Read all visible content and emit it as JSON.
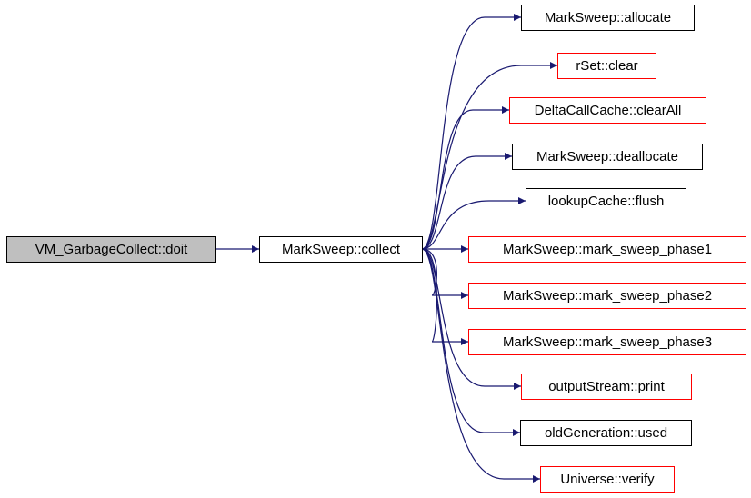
{
  "colors": {
    "edge": "#191970",
    "normal_border": "#000000",
    "truncated_border": "#ff0000",
    "root_fill": "#bfbfbf",
    "node_fill": "#ffffff"
  },
  "nodes": [
    {
      "id": "vm_gc_doit",
      "label": "VM_GarbageCollect::doit",
      "style": "root"
    },
    {
      "id": "ms_collect",
      "label": "MarkSweep::collect",
      "style": "normal"
    },
    {
      "id": "ms_allocate",
      "label": "MarkSweep::allocate",
      "style": "normal"
    },
    {
      "id": "rset_clear",
      "label": "rSet::clear",
      "style": "truncated"
    },
    {
      "id": "dcc_clearall",
      "label": "DeltaCallCache::clearAll",
      "style": "truncated"
    },
    {
      "id": "ms_deallocate",
      "label": "MarkSweep::deallocate",
      "style": "normal"
    },
    {
      "id": "lc_flush",
      "label": "lookupCache::flush",
      "style": "normal"
    },
    {
      "id": "ms_phase1",
      "label": "MarkSweep::mark_sweep_phase1",
      "style": "truncated"
    },
    {
      "id": "ms_phase2",
      "label": "MarkSweep::mark_sweep_phase2",
      "style": "truncated"
    },
    {
      "id": "ms_phase3",
      "label": "MarkSweep::mark_sweep_phase3",
      "style": "truncated"
    },
    {
      "id": "os_print",
      "label": "outputStream::print",
      "style": "truncated"
    },
    {
      "id": "og_used",
      "label": "oldGeneration::used",
      "style": "normal"
    },
    {
      "id": "uni_verify",
      "label": "Universe::verify",
      "style": "truncated"
    }
  ],
  "edges": [
    {
      "from": "vm_gc_doit",
      "to": "ms_collect"
    },
    {
      "from": "ms_collect",
      "to": "ms_allocate"
    },
    {
      "from": "ms_collect",
      "to": "rset_clear"
    },
    {
      "from": "ms_collect",
      "to": "dcc_clearall"
    },
    {
      "from": "ms_collect",
      "to": "ms_deallocate"
    },
    {
      "from": "ms_collect",
      "to": "lc_flush"
    },
    {
      "from": "ms_collect",
      "to": "ms_phase1"
    },
    {
      "from": "ms_collect",
      "to": "ms_phase2"
    },
    {
      "from": "ms_collect",
      "to": "ms_phase3"
    },
    {
      "from": "ms_collect",
      "to": "os_print"
    },
    {
      "from": "ms_collect",
      "to": "og_used"
    },
    {
      "from": "ms_collect",
      "to": "uni_verify"
    }
  ]
}
